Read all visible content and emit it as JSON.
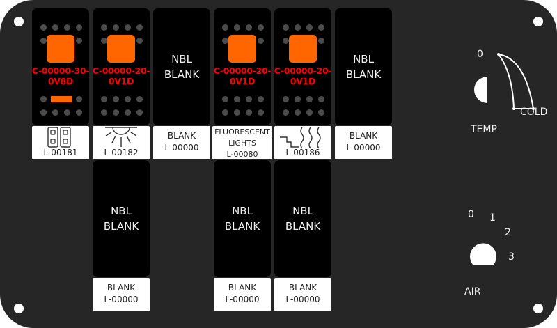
{
  "colors": {
    "panel": "#262626",
    "switch_body": "#000000",
    "lens": "#ff6600",
    "part_code": "#ff0000",
    "label_bg": "#ffffff"
  },
  "top_row": [
    {
      "type": "lit",
      "part_code_line1": "C-00000-30-",
      "part_code_line2": "0V8D",
      "bar": true,
      "label_icon": "double-switch-icon",
      "label_text": "",
      "label_code": "L-00181"
    },
    {
      "type": "lit",
      "part_code_line1": "C-00000-20-",
      "part_code_line2": "0V1D",
      "bar": false,
      "label_icon": "dome-light-icon",
      "label_text": "",
      "label_code": "L-00182"
    },
    {
      "type": "blank",
      "line1": "NBL",
      "line2": "BLANK",
      "label_text": "BLANK",
      "label_code": "L-00000"
    },
    {
      "type": "lit",
      "part_code_line1": "C-00000-20-",
      "part_code_line2": "0V1D",
      "bar": false,
      "label_icon": "",
      "label_text_line1": "FLUORESCENT",
      "label_text_line2": "LIGHTS",
      "label_code": "L-00080"
    },
    {
      "type": "lit",
      "part_code_line1": "C-00000-20-",
      "part_code_line2": "0V1D",
      "bar": false,
      "label_icon": "heater-steps-icon",
      "label_text": "",
      "label_code": "L-00186"
    },
    {
      "type": "blank",
      "line1": "NBL",
      "line2": "BLANK",
      "label_text": "BLANK",
      "label_code": "L-00000"
    }
  ],
  "bottom_row": [
    {
      "type": "blank",
      "line1": "NBL",
      "line2": "BLANK",
      "label_text": "BLANK",
      "label_code": "L-00000"
    },
    {
      "type": "blank",
      "line1": "NBL",
      "line2": "BLANK",
      "label_text": "BLANK",
      "label_code": "L-00000"
    },
    {
      "type": "blank",
      "line1": "NBL",
      "line2": "BLANK",
      "label_text": "BLANK",
      "label_code": "L-00000"
    }
  ],
  "temp_knob": {
    "label": "TEMP",
    "start_mark": "0",
    "end_mark": "COLD"
  },
  "air_knob": {
    "label": "AIR",
    "positions": [
      "0",
      "1",
      "2",
      "3"
    ]
  }
}
